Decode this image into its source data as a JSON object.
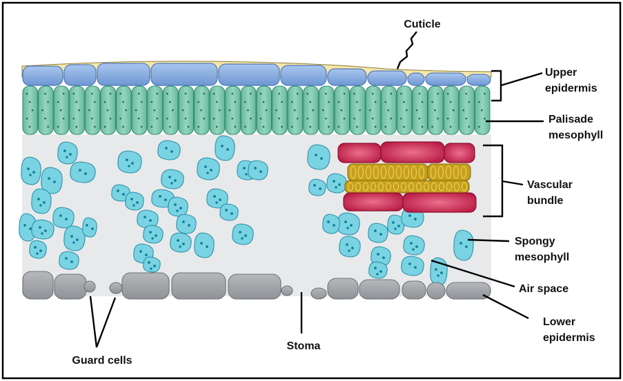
{
  "labels": {
    "cuticle": "Cuticle",
    "upper_epidermis": [
      "Upper",
      "epidermis"
    ],
    "palisade": [
      "Palisade",
      "mesophyll"
    ],
    "vascular": [
      "Vascular",
      "bundle"
    ],
    "spongy": [
      "Spongy",
      "mesophyll"
    ],
    "air_space": "Air space",
    "lower_epidermis": [
      "Lower",
      "epidermis"
    ],
    "stoma": "Stoma",
    "guard_cells": "Guard cells"
  },
  "colors": {
    "frame": "#000000",
    "interior": "#e8e9eb",
    "cuticle": "#f5e6a8",
    "upper_epidermis": "#7ea6dd",
    "palisade": "#7cc7ad",
    "spongy": "#79d3e3",
    "nucleus": "#0e7f95",
    "xylem": "#c7a01b",
    "phloem": "#c42650",
    "lower_epidermis": "#a3a6ab"
  }
}
